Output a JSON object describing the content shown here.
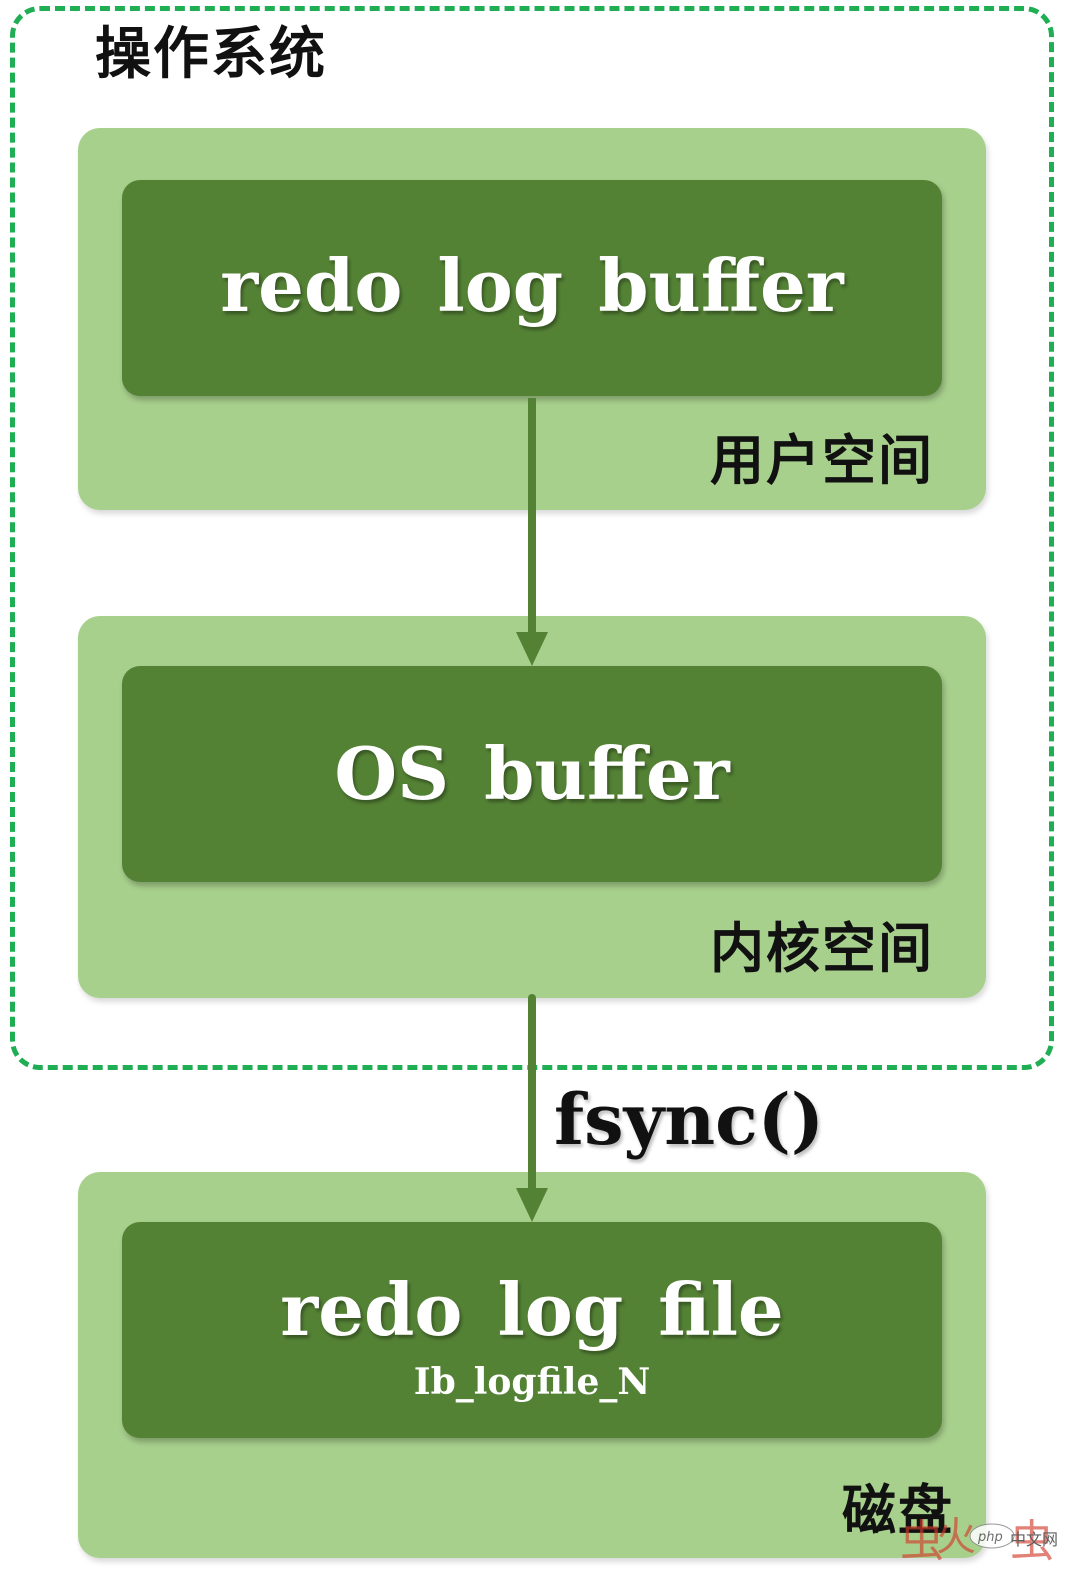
{
  "os_label": "操作系统",
  "user_space": {
    "box_label": "redo log buffer",
    "region_label": "用户空间"
  },
  "kernel_space": {
    "box_label": "OS buffer",
    "region_label": "内核空间"
  },
  "disk": {
    "box_label": "redo log file",
    "box_sublabel": "Ib_logfile_N",
    "region_label": "磁盘"
  },
  "edges": [
    {
      "from": "redo log buffer",
      "to": "OS buffer",
      "label": ""
    },
    {
      "from": "OS buffer",
      "to": "redo log file",
      "label": "fsync()"
    }
  ],
  "watermark": {
    "logo": "php-logo",
    "text": "中文网"
  },
  "colors": {
    "os_boundary": "#1fae54",
    "region_fill": "#a8d08d",
    "box_fill": "#548235",
    "arrow": "#548235",
    "box_text": "#ffffff",
    "label_text": "#111111"
  }
}
